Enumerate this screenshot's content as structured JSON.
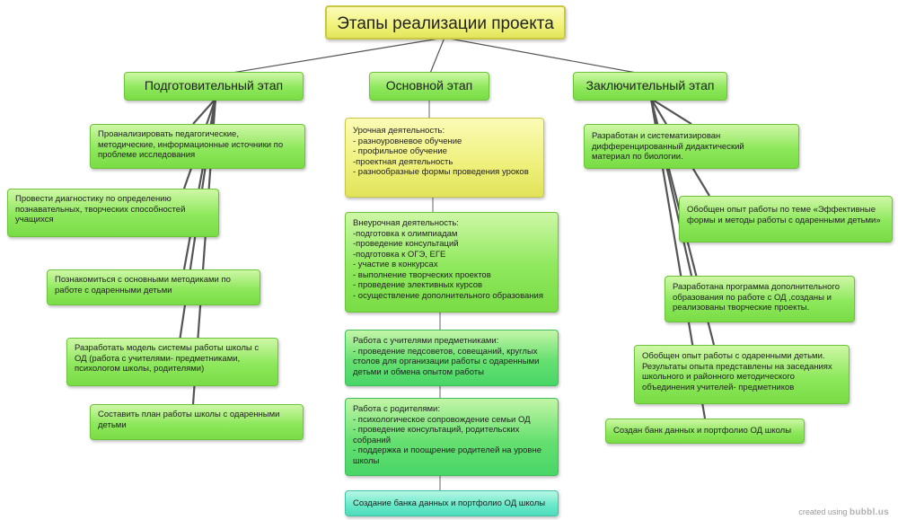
{
  "title": "Этапы реализации проекта",
  "stages": {
    "prep": {
      "label": "Подготовительный этап",
      "items": [
        "Проанализировать педагогические,\nметодические, информационные источники по\nпроблеме исследования",
        "Провести диагностику по определению\nпознавательных, творческих способностей\nучащихся",
        "Познакомиться с основными методиками по\nработе с одаренными детьми",
        "Разработать модель системы работы школы с\nОД (работа с учителями- предметниками,\nпсихологом школы, родителями)",
        "Составить план работы школы с одаренными\nдетьми"
      ]
    },
    "main": {
      "label": "Основной этап",
      "items": [
        "Урочная деятельность:\n- разноуровневое обучение\n- профильное обучение\n-проектная деятельность\n- разнообразные формы проведения уроков",
        "Внеурочная деятельность:\n-подготовка к олимпиадам\n-проведение консультаций\n-подготовка к ОГЭ, ЕГЕ\n- участие в конкурсах\n- выполнение творческих проектов\n- проведение элективных курсов\n- осуществление дополнительного образования",
        "Работа с учителями предметниками:\n- проведение педсоветов, совещаний, круглых\nстолов для организации работы с одаренными\nдетьми и обмена опытом работы",
        "Работа с родителями:\n- психологическое сопровождение семьи ОД\n- проведение консультаций, родительских\nсобраний\n- поддержка и поощрение родителей на уровне\nшколы",
        "Создание банка данных и портфолио ОД школы"
      ]
    },
    "final": {
      "label": "Заключительный этап",
      "items": [
        "Разработан и систематизирован\nдифференцированный  дидактический\nматериал по биологии.",
        "Обобщен опыт работы по теме «Эффективные\nформы и методы работы с одаренными детьми»",
        "Разработана программа дополнительного\nобразования по работе с ОД ,созданы и\nреализованы  творческие проекты.",
        "Обобщен опыт работы с одаренными детьми.\nРезультаты опыта представлены на заседаниях\nшкольного и районного методического\nобъединения учителей- предметников",
        "Создан банк данных и портфолио ОД школы"
      ]
    }
  },
  "credit": {
    "prefix": "created using",
    "brand": "bubbl.us"
  }
}
